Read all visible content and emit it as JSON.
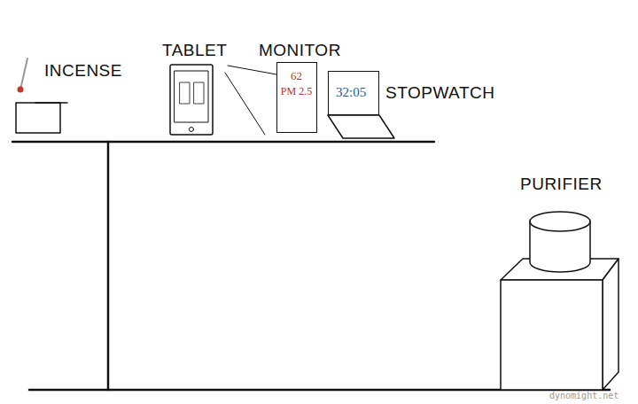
{
  "diagram": {
    "nodes": [
      {
        "text": [
          "62",
          "PM 2.5"
        ]
      },
      {
        "text": [
          "32:05"
        ]
      }
    ],
    "labels": [
      "INCENSE",
      "TABLET",
      "MONITOR",
      "STOPWATCH",
      "PURIFIER",
      "dynomight.net"
    ]
  }
}
